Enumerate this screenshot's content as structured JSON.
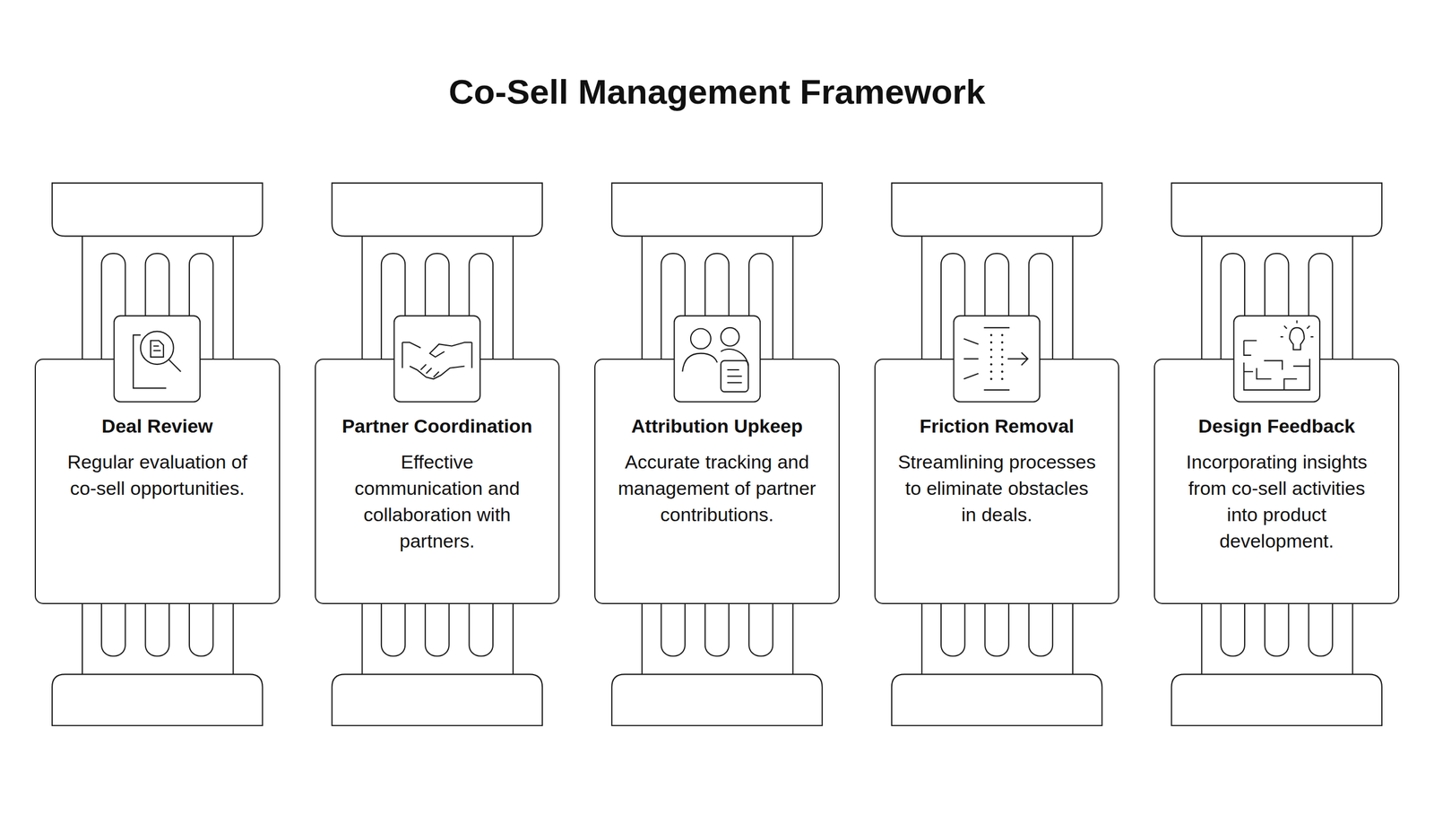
{
  "diagram": {
    "title": "Co-Sell Management Framework",
    "nodes": [
      {
        "text": [
          "Deal Review",
          "Regular evaluation of co-sell opportunities."
        ]
      },
      {
        "text": [
          "Partner Coordination",
          "Effective communication and collaboration with partners."
        ]
      },
      {
        "text": [
          "Attribution Upkeep",
          "Accurate tracking and management of partner contributions."
        ]
      },
      {
        "text": [
          "Friction Removal",
          "Streamlining processes to eliminate obstacles in deals."
        ]
      },
      {
        "text": [
          "Design Feedback",
          "Incorporating insights from co-sell activities into product development."
        ]
      }
    ]
  }
}
